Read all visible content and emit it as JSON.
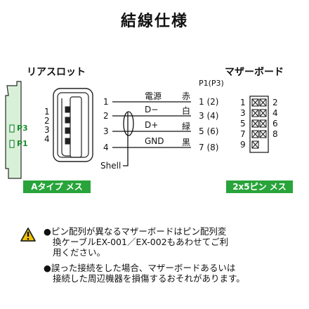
{
  "title": "結線仕様",
  "rear_slot": {
    "label": "リアスロット",
    "pin_labels": [
      "1",
      "2",
      "3",
      "4"
    ],
    "slot_labels": [
      "P3",
      "P1"
    ]
  },
  "motherboard": {
    "label": "マザーボード",
    "header_label": "P1(P3)",
    "left_pins": [
      "1",
      "3",
      "5",
      "7",
      "9"
    ],
    "right_pins": [
      "2",
      "4",
      "6",
      "8"
    ]
  },
  "wiring": [
    {
      "from": "1",
      "name": "電源",
      "color": "赤",
      "to": "1 (2)"
    },
    {
      "from": "2",
      "name": "D−",
      "color": "白",
      "to": "3 (4)"
    },
    {
      "from": "3",
      "name": "D+",
      "color": "緑",
      "to": "5 (6)"
    },
    {
      "from": "4",
      "name": "GND",
      "color": "黒",
      "to": "7 (8)"
    }
  ],
  "shell_label": "Shell",
  "badges": {
    "type_a": "Aタイプ メス",
    "pin_header": "2x5ピン メス"
  },
  "colors": {
    "badge_green": "#28a43a",
    "slot_green": "#1c8a2e",
    "warning_yellow": "#f2c200"
  },
  "warnings": [
    {
      "lines": [
        "●ピン配列が異なるマザーボードはピン配列変",
        "換ケーブルEX-001／EX-002もあわせてご利",
        "用ください。"
      ]
    },
    {
      "lines": [
        "●誤った接続をした場合、マザーボードあるいは",
        "接続した周辺機器を損傷するおそれがあります。"
      ]
    }
  ]
}
